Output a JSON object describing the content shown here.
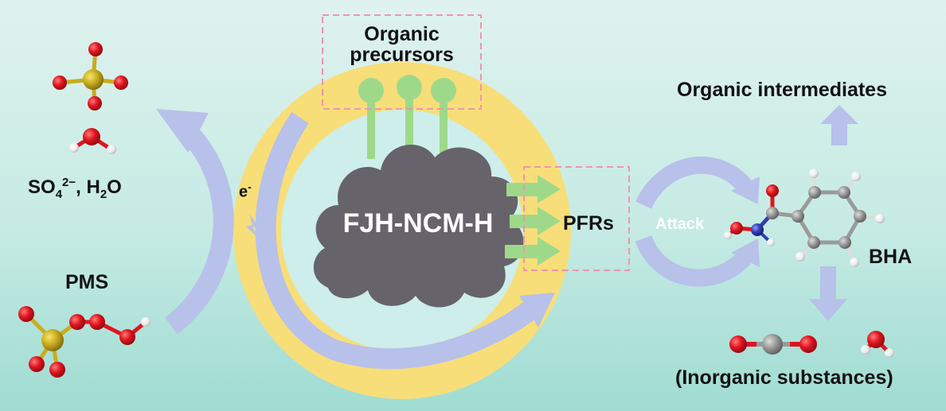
{
  "labels": {
    "organic_precursors_line1": "Organic",
    "organic_precursors_line2": "precursors",
    "organic_intermediates": "Organic intermediates",
    "so4_prefix": "SO",
    "so4_sub": "4",
    "so4_sup": "2−",
    "h2o_prefix": ", H",
    "h2o_sub": "2",
    "h2o_suffix": "O",
    "electron": "e",
    "electron_sup": "-",
    "core": "FJH-NCM-H",
    "pfrs": "PFRs",
    "attack": "Attack",
    "bha": "BHA",
    "pms": "PMS",
    "inorganic": "(Inorganic substances)"
  },
  "colors": {
    "background_top": "#dff2ee",
    "background_bottom": "#9fdcd2",
    "ring": "#f8de78",
    "inner_disk": "#cdeeea",
    "cloud": "#67636a",
    "precursor_green": "#9ed98a",
    "arrow_blue": "#b7c1ea",
    "dashed_box": "#f095ad",
    "oxygen": "#e0141e",
    "sulfur": "#c9ad1f",
    "nitrogen": "#2f3fb0",
    "carbon": "#9a9a9a",
    "hydrogen": "#f4f4f4"
  },
  "icons": [
    "sulfate-molecule-icon",
    "water-molecule-icon",
    "pms-molecule-icon",
    "bha-molecule-icon",
    "co2-molecule-icon",
    "lightning-icon"
  ]
}
